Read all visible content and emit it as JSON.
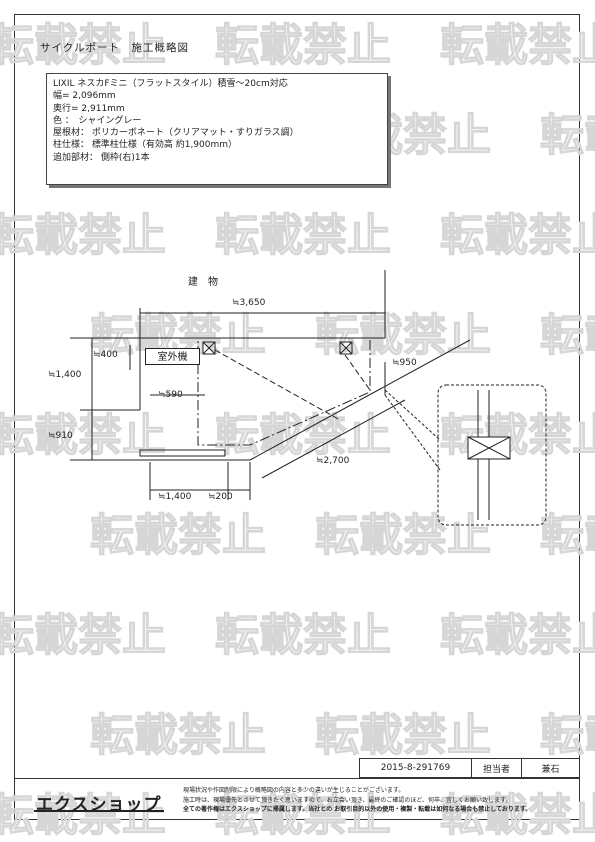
{
  "title": "サイクルポート　施工概略図",
  "watermark_text": "転載禁止",
  "spec": {
    "line1": "LIXIL ネスカFミニ（フラットスタイル）積雪～20cm対応",
    "line2": "幅= 2,096mm",
    "line3": "奥行= 2,911mm",
    "line4": "色 ：　シャイングレー",
    "line5": "屋根材： ポリカーボネート（クリアマット・すりガラス調）",
    "line6": "柱仕様： 標準柱仕様（有効高 約1,900mm）",
    "line7": "追加部材： 側枠(右)1本"
  },
  "drawing": {
    "building_label": "建　物",
    "outdoor_unit_label": "室外機",
    "dims": {
      "d3650": "≒3,650",
      "d400": "≒400",
      "d1400v": "≒1,400",
      "d590": "≒590",
      "d910": "≒910",
      "d950": "≒950",
      "d2700": "≒2,700",
      "d1400h": "≒1,400",
      "d200": "≒200"
    }
  },
  "footer": {
    "drawing_no": "2015-8-291769",
    "staff_label": "担当者",
    "staff_name": "兼石",
    "brand": "エクスショップ",
    "note1": "現場状況や作図制限により概略図の内容と多少の違いが生じることがございます。",
    "note2": "施工時は、現場優先とさせて頂きたく思いますので、お立会い頂き、最終のご確認のほど、何卒、宜しくお願い致します。",
    "note3": "全ての著作権はエクスショップに帰属します。当社との お取引目的以外の使用・複製・転載は如何なる場合も禁止しております。"
  },
  "colors": {
    "line": "#222222",
    "watermark": "#d9d9d9"
  }
}
